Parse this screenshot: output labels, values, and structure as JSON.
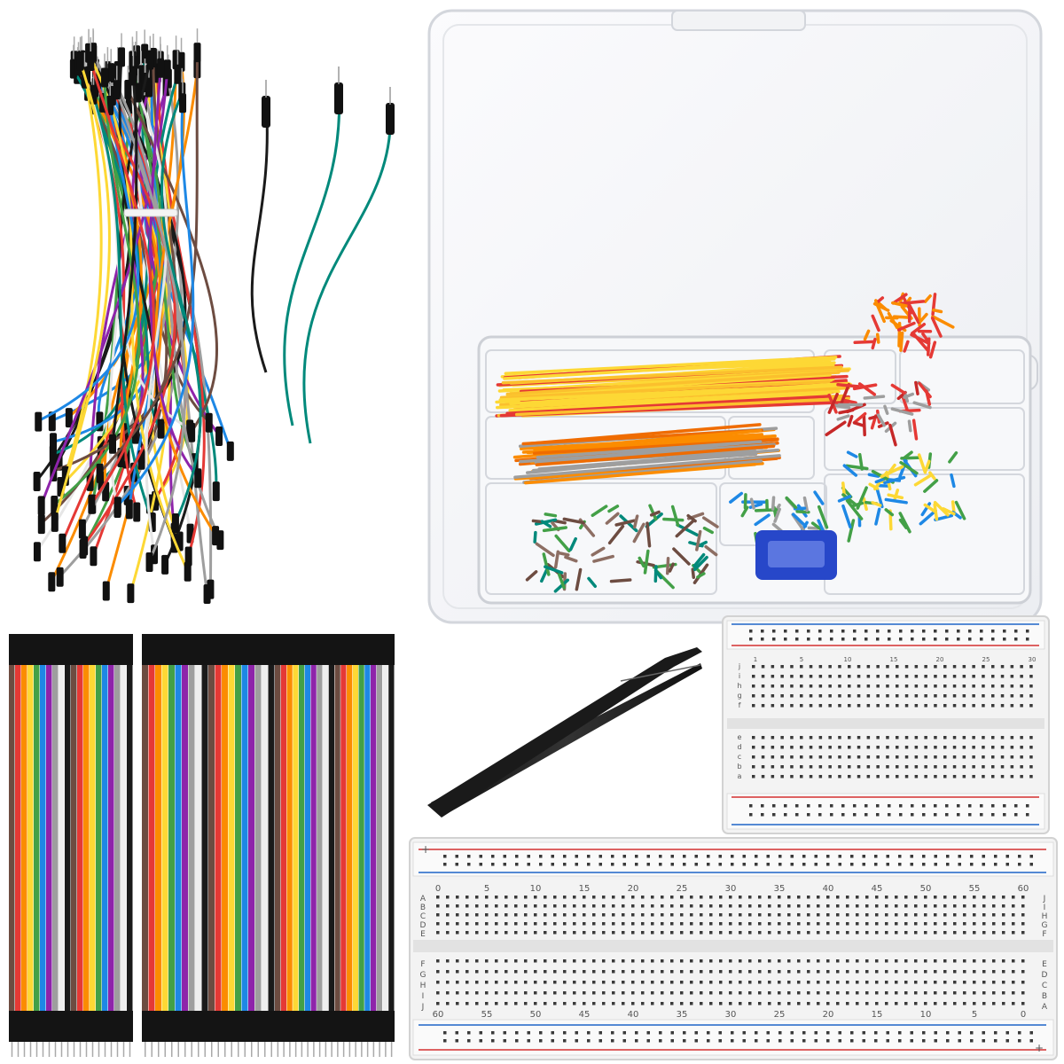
{
  "scene": {
    "items": [
      "male-to-male jumper wires bundle",
      "plastic organizer box with U-shape jumper wires",
      "rainbow ribbon dupont cables x3",
      "black tweezers",
      "half-size breadboard",
      "full-size breadboard"
    ]
  },
  "colors": {
    "wire_palette": [
      "#1a1a1a",
      "#e53935",
      "#fdd835",
      "#1e88e5",
      "#43a047",
      "#fb8c00",
      "#ffffff",
      "#8e24aa",
      "#6d4c41",
      "#9e9e9e",
      "#00897b"
    ],
    "box_accent": "#2747c9",
    "rail_red": "#d32f2f",
    "rail_blue": "#1e64c8"
  },
  "full_breadboard": {
    "top_numbers": [
      "0",
      "5",
      "10",
      "15",
      "20",
      "25",
      "30",
      "35",
      "40",
      "45",
      "50",
      "55",
      "60"
    ],
    "bottom_numbers": [
      "60",
      "55",
      "50",
      "45",
      "40",
      "35",
      "30",
      "25",
      "20",
      "15",
      "10",
      "5",
      "0"
    ],
    "left_letters_top": [
      "A",
      "B",
      "C",
      "D",
      "E"
    ],
    "left_letters_bottom": [
      "F",
      "G",
      "H",
      "I",
      "J"
    ],
    "right_letters_top": [
      "J",
      "I",
      "H",
      "G",
      "F"
    ],
    "right_letters_bottom": [
      "E",
      "D",
      "C",
      "B",
      "A"
    ],
    "rail_marks": [
      "+",
      "+"
    ]
  },
  "half_breadboard": {
    "top_letters": [
      "j",
      "i",
      "h",
      "g",
      "f"
    ],
    "bottom_letters": [
      "e",
      "d",
      "c",
      "b",
      "a"
    ],
    "numbers": [
      "1",
      "5",
      "10",
      "15",
      "20",
      "25",
      "30"
    ]
  }
}
